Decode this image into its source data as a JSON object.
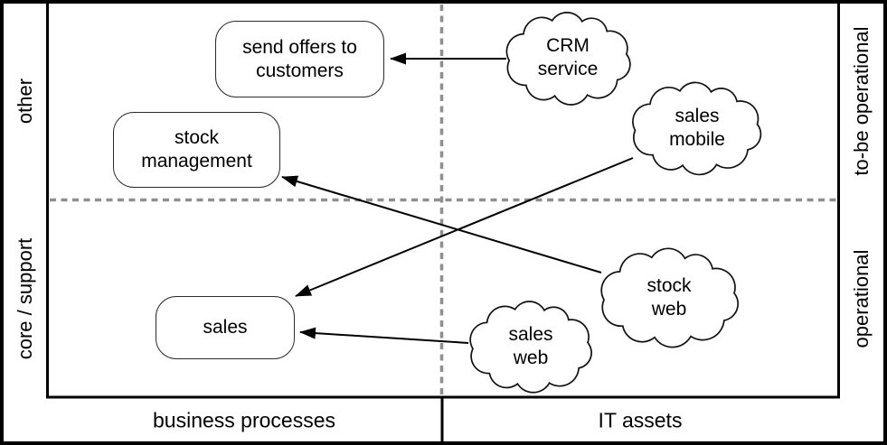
{
  "diagram": {
    "type": "quadrant-matrix",
    "axes": {
      "left_top": "other",
      "left_bottom": "core / support",
      "right_top": "to-be operational",
      "right_bottom": "operational",
      "bottom_left": "business processes",
      "bottom_right": "IT assets"
    },
    "nodes": {
      "processes": [
        {
          "id": "send-offers-to-customers",
          "shape": "rounded-rect",
          "label": "send offers to customers",
          "lines": [
            "send offers to",
            "customers"
          ]
        },
        {
          "id": "stock-management",
          "shape": "rounded-rect",
          "label": "stock management",
          "lines": [
            "stock",
            "management"
          ]
        },
        {
          "id": "sales",
          "shape": "rounded-rect",
          "label": "sales",
          "lines": [
            "sales"
          ]
        }
      ],
      "it_assets": [
        {
          "id": "crm-service",
          "shape": "cloud",
          "label": "CRM service",
          "lines": [
            "CRM",
            "service"
          ]
        },
        {
          "id": "sales-mobile",
          "shape": "cloud",
          "label": "sales mobile",
          "lines": [
            "sales",
            "mobile"
          ]
        },
        {
          "id": "stock-web",
          "shape": "cloud",
          "label": "stock web",
          "lines": [
            "stock",
            "web"
          ]
        },
        {
          "id": "sales-web",
          "shape": "cloud",
          "label": "sales web",
          "lines": [
            "sales",
            "web"
          ]
        }
      ]
    },
    "edges": [
      {
        "from": "CRM service",
        "to": "send offers to customers"
      },
      {
        "from": "sales mobile",
        "to": "sales"
      },
      {
        "from": "stock web",
        "to": "stock management"
      },
      {
        "from": "sales web",
        "to": "sales"
      }
    ],
    "colors": {
      "line": "#000000",
      "dashed_grid": "#8f8f8f",
      "node_fill": "#ffffff",
      "background": "#ffffff",
      "text": "#000000"
    }
  }
}
